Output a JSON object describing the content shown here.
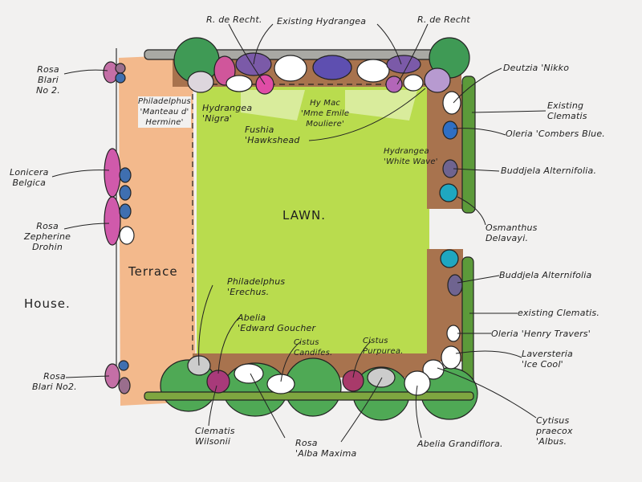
{
  "areas": {
    "lawn": "LAWN.",
    "terrace": "Terrace",
    "house": "House."
  },
  "house_side": {
    "rosa_blari_top": [
      "Rosa",
      "Blari",
      "No 2."
    ],
    "lonicera": [
      "Lonicera",
      "Belgica"
    ],
    "rosa_zepherine": [
      "Rosa",
      "Zepherine",
      "Drohin"
    ],
    "rosa_blari_bottom": [
      "Rosa",
      "Blari No2."
    ]
  },
  "top_border": {
    "r_de_recht_left": "R. de Recht.",
    "existing_hydrangea": "Existing Hydrangea",
    "r_de_recht_right": "R. de Recht",
    "philadelphus_manteau": [
      "Philadelphus",
      "'Manteau d'",
      "Hermine'"
    ],
    "hydrangea_nigra": [
      "Hydrangea",
      "'Nigra'"
    ],
    "fushia": [
      "Fushia",
      "'Hawkshead"
    ],
    "hy_mac": [
      "Hy Mac",
      "'Mme Emile",
      "Mouliere'"
    ],
    "hydrangea_white_wave": [
      "Hydrangea",
      "'White Wave'"
    ]
  },
  "right_border": {
    "deutzia": "Deutzia 'Nikko",
    "existing_clematis_top": [
      "Existing",
      "Clematis"
    ],
    "oleria_combers": "Oleria 'Combers Blue.",
    "buddleja_top": "Buddjela Alternifolia.",
    "osmanthus": [
      "Osmanthus",
      "Delavayi."
    ],
    "buddleja_bottom": "Buddjela Alternifolia",
    "existing_clematis_bottom": "existing Clematis.",
    "oleria_henry": "Oleria 'Henry Travers'",
    "laversteria": [
      "Laversteria",
      "'Ice Cool'"
    ],
    "cytisus": [
      "Cytisus",
      "praecox",
      "'Albus."
    ]
  },
  "bottom_border": {
    "philadelphus_erechus": [
      "Philadelphus",
      "'Erechus."
    ],
    "abelia_edward": [
      "Abelia",
      "'Edward Goucher"
    ],
    "cistus_candifes": [
      "Cistus",
      "Candifes."
    ],
    "cistus_purpurea": [
      "Cistus",
      "Purpurea."
    ],
    "clematis_wilsonii": [
      "Clematis",
      "Wilsonii"
    ],
    "rosa_alba": [
      "Rosa",
      "'Alba Maxima"
    ],
    "abelia_grandiflora": "Abelia Grandiflora."
  },
  "colors": {
    "lawn": "#b9dc4e",
    "terrace": "#f3b98c",
    "soil": "#a8734e",
    "hedge": "#4fa955",
    "paper": "#f2f1f0"
  }
}
